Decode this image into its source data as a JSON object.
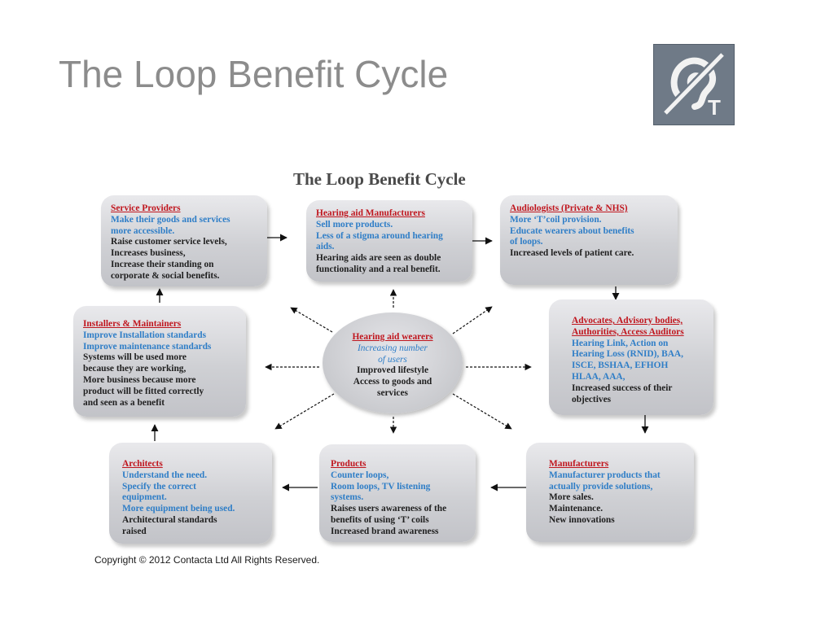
{
  "slide": {
    "title": "The Loop Benefit Cycle",
    "logo_icon": "hearing-loop-t-icon",
    "logo_letter": "T"
  },
  "diagram": {
    "title": "The Loop Benefit Cycle",
    "copyright": "Copyright © 2012 Contacta Ltd All Rights Reserved.",
    "colors": {
      "heading": "#c0161e",
      "blue": "#2f7ec7",
      "black": "#1f1f1f",
      "box": "#cfd0d4"
    },
    "service_providers": {
      "heading": "Service Providers",
      "blue": [
        "Make their goods and services",
        "more accessible."
      ],
      "black": [
        "Raise customer service levels,",
        "Increases business,",
        "Increase their standing on",
        "corporate & social benefits."
      ]
    },
    "hearing_aid_manufacturers": {
      "heading": "Hearing aid Manufacturers",
      "blue": [
        "Sell more products.",
        "Less of a stigma around hearing",
        "aids."
      ],
      "black": [
        "Hearing aids are seen as double",
        "functionality and a real benefit."
      ]
    },
    "audiologists": {
      "heading": "Audiologists (Private & NHS)",
      "blue": [
        "More ‘T’coil provision.",
        "Educate wearers about benefits",
        "of loops."
      ],
      "black": [
        "Increased levels of patient care."
      ]
    },
    "installers": {
      "heading": "Installers & Maintainers",
      "blue": [
        "Improve Installation standards",
        "Improve maintenance standards"
      ],
      "black": [
        "Systems will be used more",
        "because they are working,",
        "More business because more",
        "product will be fitted correctly",
        "and seen as a benefit"
      ]
    },
    "wearers": {
      "heading": "Hearing aid wearers",
      "italic": [
        "Increasing number",
        "of users"
      ],
      "black": [
        "Improved lifestyle",
        "Access to goods and",
        "services"
      ]
    },
    "advocates": {
      "heading": [
        "Advocates, Advisory bodies,",
        "Authorities, Access Auditors"
      ],
      "blue": [
        "Hearing Link, Action on",
        "Hearing Loss (RNID), BAA,",
        "ISCE, BSHAA, EFHOH",
        "HLAA, AAA,"
      ],
      "black": [
        "Increased success of their",
        "objectives"
      ]
    },
    "architects": {
      "heading": "Architects",
      "blue": [
        "Understand the need.",
        "Specify the correct",
        "equipment.",
        "More equipment being used."
      ],
      "black": [
        "Architectural standards",
        "raised"
      ]
    },
    "products": {
      "heading": "Products",
      "blue": [
        "Counter loops,",
        "Room loops, TV listening",
        "systems."
      ],
      "black": [
        "Raises users awareness of the",
        "benefits of using ‘T’ coils",
        "Increased brand awareness"
      ]
    },
    "manufacturers": {
      "heading": "Manufacturers",
      "blue": [
        "Manufacturer products that",
        "actually provide solutions,"
      ],
      "black": [
        "More sales.",
        "Maintenance.",
        "New innovations"
      ]
    }
  }
}
